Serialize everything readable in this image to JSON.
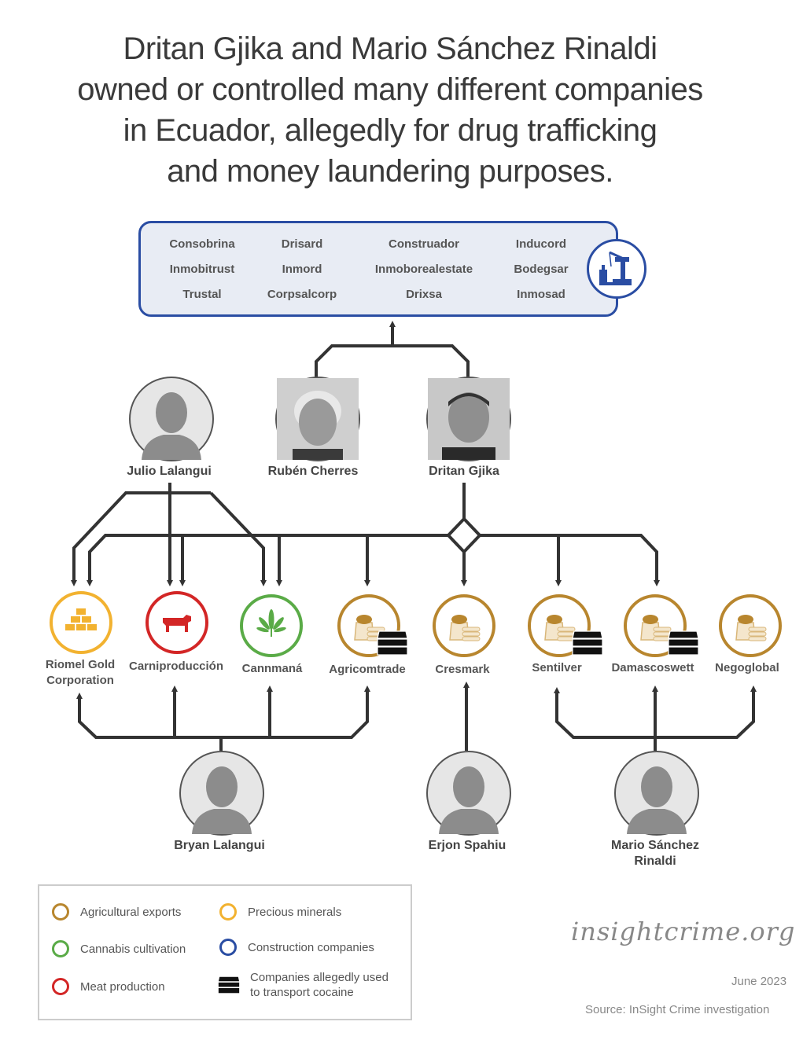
{
  "title": {
    "lines": [
      "Dritan Gjika and Mario Sánchez Rinaldi",
      "owned or controlled many different companies",
      "in Ecuador, allegedly for drug trafficking",
      "and money laundering purposes."
    ]
  },
  "construction_box": {
    "category": "Construction companies",
    "icon": "construction-crane-icon",
    "columns": [
      [
        "Consobrina",
        "Inmobitrust",
        "Trustal"
      ],
      [
        "Drisard",
        "Inmord",
        "Corpsalcorp"
      ],
      [
        "Construador",
        "Inmoborealestate",
        "Drixsa"
      ],
      [
        "Inducord",
        "Bodegsar",
        "Inmosad"
      ]
    ]
  },
  "people": {
    "julio": {
      "name": "Julio Lalangui",
      "photo": "silhouette"
    },
    "ruben": {
      "name": "Rubén Cherres",
      "photo": "photo"
    },
    "dritan": {
      "name": "Dritan Gjika",
      "photo": "photo"
    },
    "bryan": {
      "name": "Bryan Lalangui",
      "photo": "silhouette"
    },
    "erjon": {
      "name": "Erjon Spahiu",
      "photo": "silhouette"
    },
    "mario": {
      "name_line1": "Mario Sánchez",
      "name_line2": "Rinaldi",
      "photo": "silhouette"
    }
  },
  "companies": [
    {
      "name_line1": "Riomel Gold",
      "name_line2": "Corporation",
      "category": "Precious minerals",
      "icon": "gold-bars-icon",
      "cocaine": false
    },
    {
      "name_line1": "Carniproducción",
      "category": "Meat production",
      "icon": "cow-icon",
      "cocaine": false
    },
    {
      "name_line1": "Cannmaná",
      "category": "Cannabis cultivation",
      "icon": "cannabis-leaf-icon",
      "cocaine": false
    },
    {
      "name_line1": "Agricomtrade",
      "category": "Agricultural exports",
      "icon": "grain-sacks-icon",
      "cocaine": true
    },
    {
      "name_line1": "Cresmark",
      "category": "Agricultural exports",
      "icon": "grain-sacks-icon",
      "cocaine": false
    },
    {
      "name_line1": "Sentilver",
      "category": "Agricultural exports",
      "icon": "grain-sacks-icon",
      "cocaine": true
    },
    {
      "name_line1": "Damascoswett",
      "category": "Agricultural exports",
      "icon": "grain-sacks-icon",
      "cocaine": true
    },
    {
      "name_line1": "Negoglobal",
      "category": "Agricultural exports",
      "icon": "grain-sacks-icon",
      "cocaine": false
    }
  ],
  "colors": {
    "agricultural": "#b8862e",
    "precious": "#f2b230",
    "cannabis": "#5aab47",
    "meat": "#d32626",
    "construction": "#2a4da3",
    "lines": "#333333"
  },
  "legend": {
    "items": [
      {
        "label": "Agricultural exports",
        "color": "#b8862e"
      },
      {
        "label": "Cannabis cultivation",
        "color": "#5aab47"
      },
      {
        "label": "Meat production",
        "color": "#d32626"
      },
      {
        "label": "Precious minerals",
        "color": "#f2b230"
      },
      {
        "label": "Construction companies",
        "color": "#2a4da3"
      },
      {
        "label_line1": "Companies allegedly used",
        "label_line2": "to transport cocaine",
        "icon": "cocaine-bricks-icon"
      }
    ]
  },
  "footer": {
    "brand": "insightcrime.org",
    "date": "June 2023",
    "source": "Source: InSight Crime investigation"
  }
}
